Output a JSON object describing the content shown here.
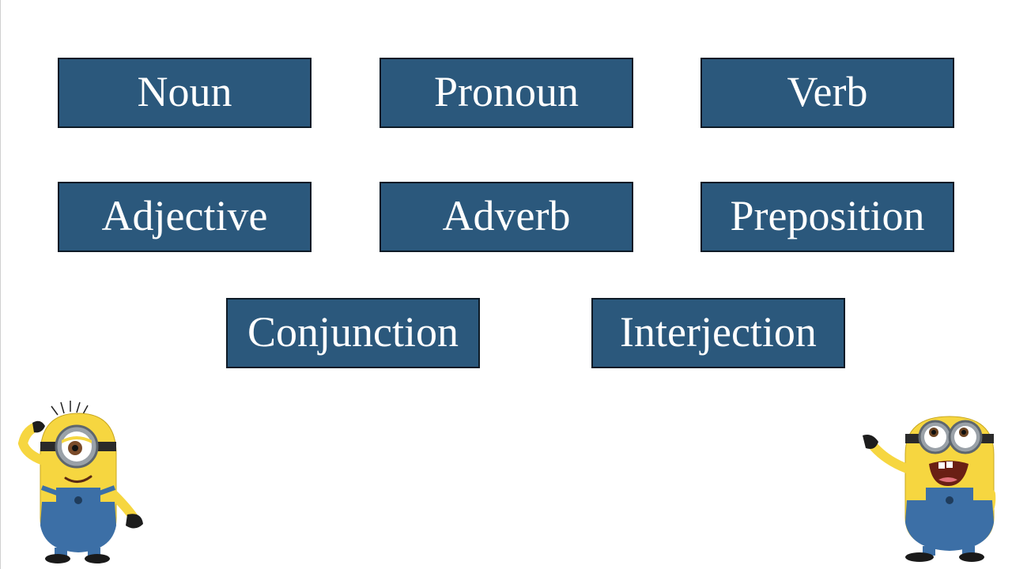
{
  "colors": {
    "tile_background": "#2b587c",
    "tile_text": "#ffffff",
    "minion_yellow": "#f6d640",
    "overalls_blue": "#3c6fa6"
  },
  "tiles": [
    {
      "label": "Noun"
    },
    {
      "label": "Pronoun"
    },
    {
      "label": "Verb"
    },
    {
      "label": "Adjective"
    },
    {
      "label": "Adverb"
    },
    {
      "label": "Preposition"
    },
    {
      "label": "Conjunction"
    },
    {
      "label": "Interjection"
    }
  ],
  "illustrations": [
    {
      "name": "minion-one-eyed-icon"
    },
    {
      "name": "minion-two-eyed-icon"
    }
  ]
}
